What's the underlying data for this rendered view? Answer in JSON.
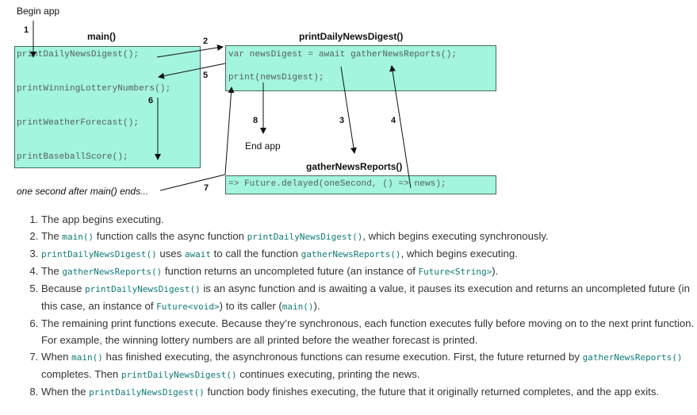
{
  "diagram": {
    "begin_label": "Begin app",
    "end_label": "End app",
    "footnote_label": "one second after main() ends...",
    "boxes": {
      "main": {
        "title": "main()",
        "lines": [
          "printDailyNewsDigest();",
          "printWinningLotteryNumbers();",
          "printWeatherForecast();",
          "printBaseballScore();"
        ]
      },
      "digest": {
        "title": "printDailyNewsDigest()",
        "lines": [
          "var newsDigest = await gatherNewsReports();",
          "print(newsDigest);"
        ]
      },
      "gather": {
        "title": "gatherNewsReports()",
        "lines": [
          "=> Future.delayed(oneSecond, () => news);"
        ]
      }
    },
    "step_numbers": [
      "1",
      "2",
      "3",
      "4",
      "5",
      "6",
      "7",
      "8"
    ],
    "colors": {
      "box_fill": "#a3f5dd",
      "box_border": "#4a6a5e",
      "code_text": "#555d58",
      "arrow": "#111111"
    }
  },
  "steps": [
    {
      "parts": [
        {
          "t": "The app begins executing."
        }
      ]
    },
    {
      "parts": [
        {
          "t": "The "
        },
        {
          "c": "main()"
        },
        {
          "t": " function calls the async function "
        },
        {
          "c": "printDailyNewsDigest()"
        },
        {
          "t": ", which begins executing synchronously."
        }
      ]
    },
    {
      "parts": [
        {
          "c": "printDailyNewsDigest()"
        },
        {
          "t": " uses "
        },
        {
          "c": "await"
        },
        {
          "t": " to call the function "
        },
        {
          "c": "gatherNewsReports()"
        },
        {
          "t": ", which begins executing."
        }
      ]
    },
    {
      "parts": [
        {
          "t": "The "
        },
        {
          "c": "gatherNewsReports()"
        },
        {
          "t": " function returns an uncompleted future (an instance of "
        },
        {
          "c": "Future<String>"
        },
        {
          "t": ")."
        }
      ]
    },
    {
      "parts": [
        {
          "t": "Because "
        },
        {
          "c": "printDailyNewsDigest()"
        },
        {
          "t": " is an async function and is awaiting a value, it pauses its execution and returns an uncompleted future (in this case, an instance of "
        },
        {
          "c": "Future<void>"
        },
        {
          "t": ") to its caller ("
        },
        {
          "c": "main()"
        },
        {
          "t": ")."
        }
      ]
    },
    {
      "parts": [
        {
          "t": "The remaining print functions execute. Because they’re synchronous, each function executes fully before moving on to the next print function. For example, the winning lottery numbers are all printed before the weather forecast is printed."
        }
      ]
    },
    {
      "parts": [
        {
          "t": "When "
        },
        {
          "c": "main()"
        },
        {
          "t": " has finished executing, the asynchronous functions can resume execution. First, the future returned by "
        },
        {
          "c": "gatherNewsReports()"
        },
        {
          "t": " completes. Then "
        },
        {
          "c": "printDailyNewsDigest()"
        },
        {
          "t": " continues executing, printing the news."
        }
      ]
    },
    {
      "parts": [
        {
          "t": "When the "
        },
        {
          "c": "printDailyNewsDigest()"
        },
        {
          "t": " function body finishes executing, the future that it originally returned completes, and the app exits."
        }
      ]
    }
  ],
  "colors": {
    "inline_code": "#0d7b77",
    "body_text": "#333333"
  }
}
